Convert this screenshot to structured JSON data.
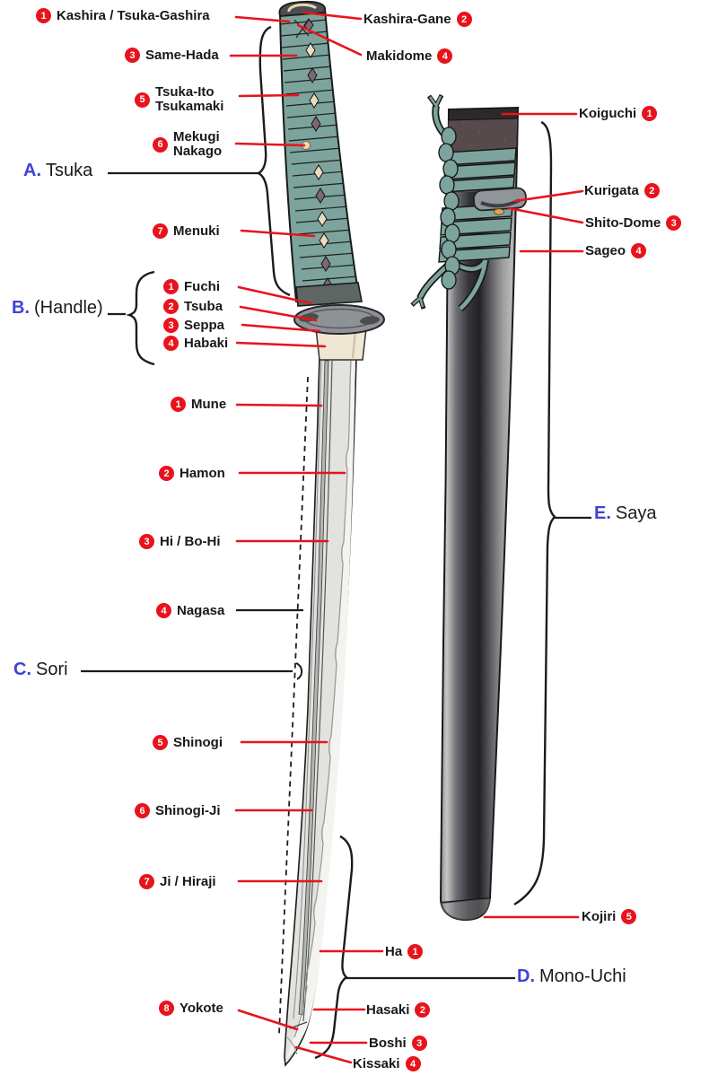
{
  "diagram": {
    "subject": "katana-parts-diagram",
    "colors": {
      "accent_red": "#e8131c",
      "section_blue": "#3f43d4",
      "wrap_teal": "#7ca49c"
    }
  },
  "sections": {
    "a": {
      "letter": "A.",
      "name": "Tsuka"
    },
    "b": {
      "letter": "B.",
      "name": "(Handle)"
    },
    "c": {
      "letter": "C.",
      "name": "Sori"
    },
    "d": {
      "letter": "D.",
      "name": "Mono-Uchi"
    },
    "e": {
      "letter": "E.",
      "name": "Saya"
    }
  },
  "labels": {
    "kashira": {
      "num": "1",
      "text": "Kashira / Tsuka-Gashira"
    },
    "kashira_gane": {
      "num": "2",
      "text": "Kashira-Gane"
    },
    "same_hada": {
      "num": "3",
      "text": "Same-Hada"
    },
    "makidome": {
      "num": "4",
      "text": "Makidome"
    },
    "tsuka_ito": {
      "num": "5",
      "text": "Tsuka-Ito",
      "text2": "Tsukamaki"
    },
    "mekugi": {
      "num": "6",
      "text": "Mekugi",
      "text2": "Nakago"
    },
    "menuki": {
      "num": "7",
      "text": "Menuki"
    },
    "fuchi": {
      "num": "1",
      "text": "Fuchi"
    },
    "tsuba": {
      "num": "2",
      "text": "Tsuba"
    },
    "seppa": {
      "num": "3",
      "text": "Seppa"
    },
    "habaki": {
      "num": "4",
      "text": "Habaki"
    },
    "mune": {
      "num": "1",
      "text": "Mune"
    },
    "hamon": {
      "num": "2",
      "text": "Hamon"
    },
    "hi_bohi": {
      "num": "3",
      "text": "Hi / Bo-Hi"
    },
    "nagasa": {
      "num": "4",
      "text": "Nagasa"
    },
    "shinogi": {
      "num": "5",
      "text": "Shinogi"
    },
    "shinogi_ji": {
      "num": "6",
      "text": "Shinogi-Ji"
    },
    "ji_hiraji": {
      "num": "7",
      "text": "Ji / Hiraji"
    },
    "yokote": {
      "num": "8",
      "text": "Yokote"
    },
    "ha": {
      "num": "1",
      "text": "Ha"
    },
    "hasaki": {
      "num": "2",
      "text": "Hasaki"
    },
    "boshi": {
      "num": "3",
      "text": "Boshi"
    },
    "kissaki": {
      "num": "4",
      "text": "Kissaki"
    },
    "koiguchi": {
      "num": "1",
      "text": "Koiguchi"
    },
    "kurigata": {
      "num": "2",
      "text": "Kurigata"
    },
    "shito_dome": {
      "num": "3",
      "text": "Shito-Dome"
    },
    "sageo": {
      "num": "4",
      "text": "Sageo"
    },
    "kojiri": {
      "num": "5",
      "text": "Kojiri"
    }
  }
}
